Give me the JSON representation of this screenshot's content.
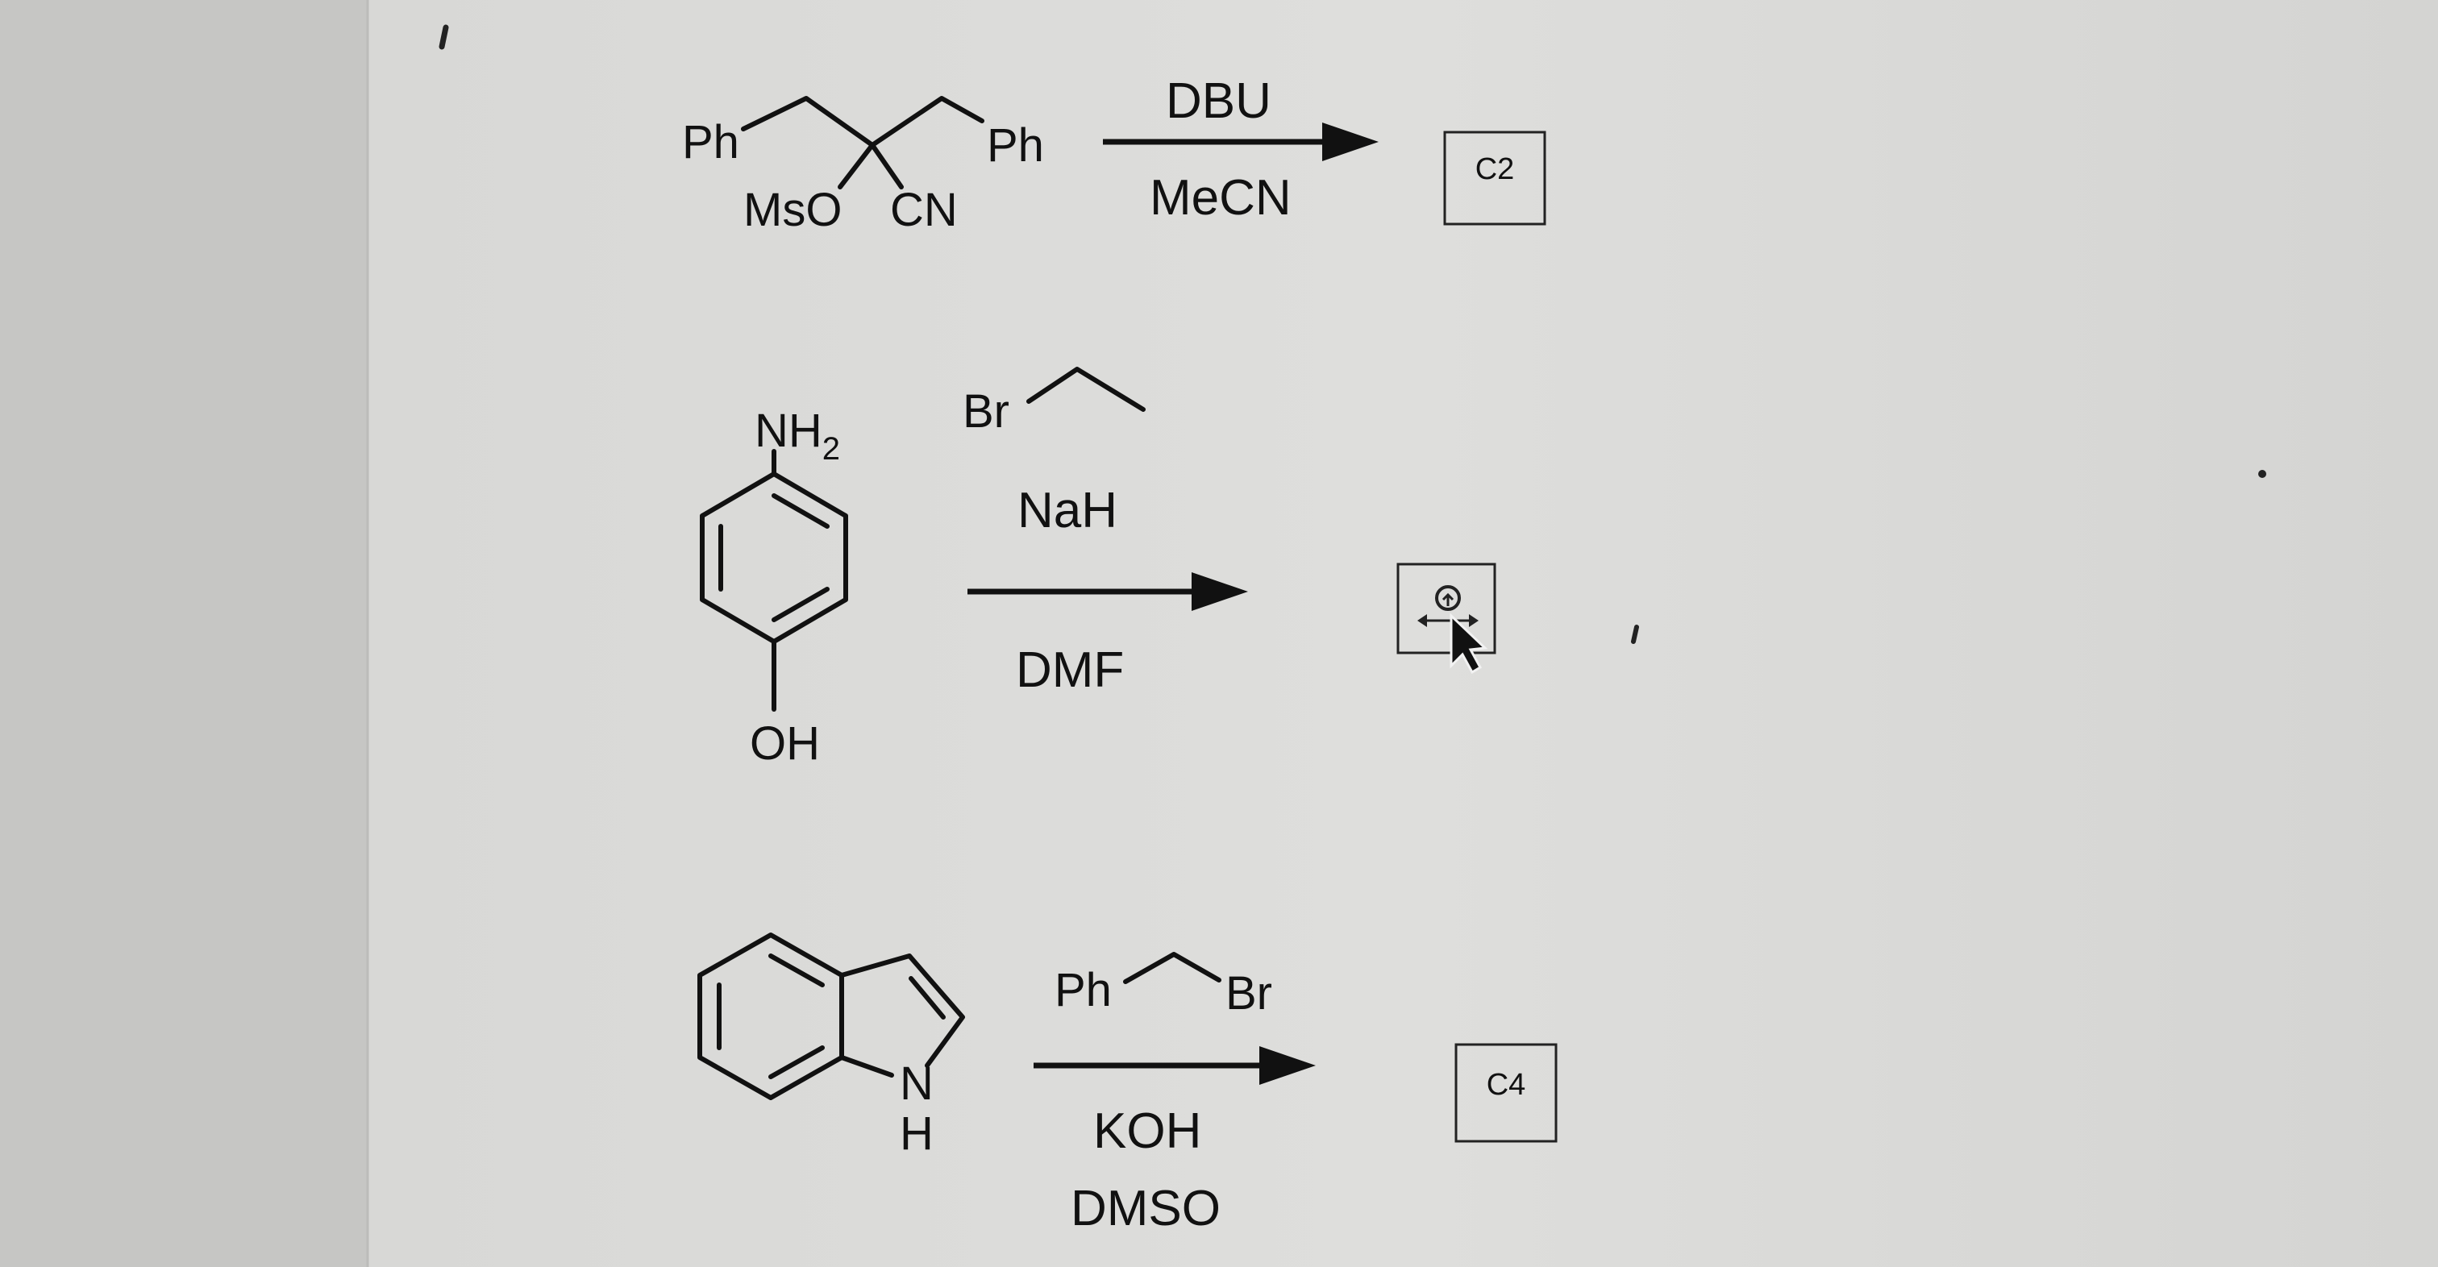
{
  "reactions": [
    {
      "reactant": {
        "left_group": "Ph",
        "right_group": "Ph",
        "substituent_left": "MsO",
        "substituent_right": "CN"
      },
      "reagent_above": "DBU",
      "reagent_below": "MeCN",
      "product_box_label": "C2"
    },
    {
      "reactant": {
        "top_group": "NH",
        "top_group_subscript": "2",
        "bottom_group": "OH"
      },
      "alkyl_halide_atom": "Br",
      "reagent_above": "NaH",
      "reagent_below": "DMF",
      "product_box_label": ""
    },
    {
      "reactant": {
        "ring_atom": "N",
        "ring_atom_h": "H"
      },
      "alkyl_halide": {
        "left_group": "Ph",
        "right_group": "Br"
      },
      "reagent_below_1": "KOH",
      "reagent_below_2": "DMSO",
      "product_box_label": "C4"
    }
  ],
  "colors": {
    "background_left": "#c9c9c7",
    "background_page": "#dcdcda",
    "ink": "#111111"
  },
  "icons": [
    "move-cursor-icon",
    "arrow-pointer-icon"
  ]
}
